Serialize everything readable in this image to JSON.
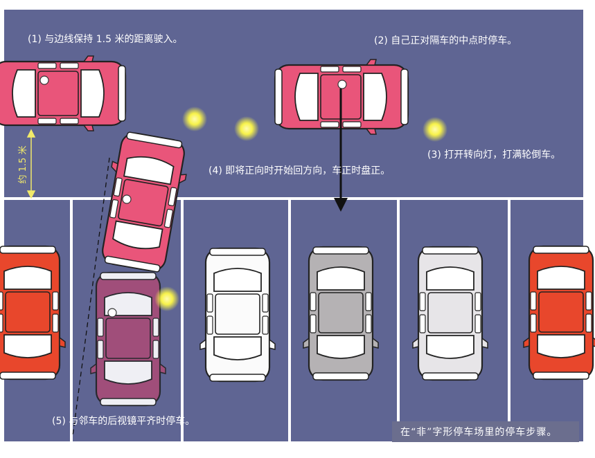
{
  "steps": {
    "s1": "(1) 与边线保持 1.5 米的距离驶入。",
    "s2": "(2) 自己正对隔车的中点时停车。",
    "s3": "(3) 打开转向灯，打满轮倒车。",
    "s4": "(4) 即将正向时开始回方向，车正时盘正。",
    "s5": "(5) 与邻车的后视镜平齐时停车。"
  },
  "distance_label": "约 1.5 米",
  "caption": "在“非”字形停车场里的停车步骤。",
  "colors": {
    "pavement": "#5f6593",
    "line": "#ffffff",
    "pink_car": "#e9557a",
    "red_car": "#e8472c",
    "white_car": "#fbfbfb",
    "gray_car": "#b5b2b4",
    "ghost_car": "#a84c78",
    "indicator_light": "#f7f24a",
    "guide_line": "#f2ea6a"
  }
}
